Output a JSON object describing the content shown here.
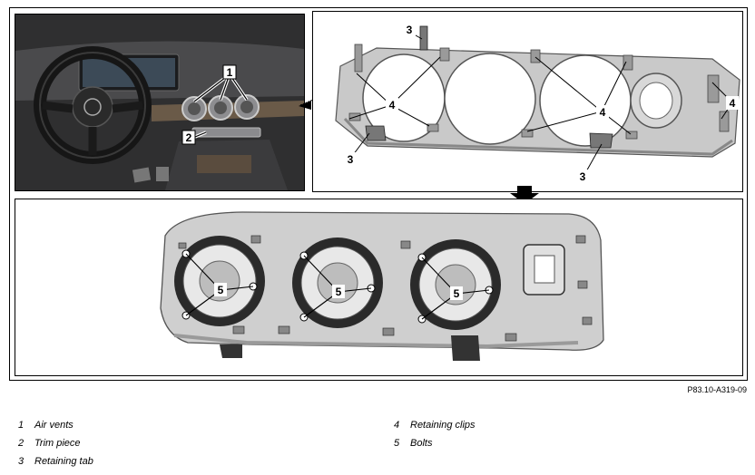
{
  "figure_ref": "P83.10-A319-09",
  "callouts": {
    "air_vents": "1",
    "trim_piece": "2",
    "retaining_tab": "3",
    "retaining_clips": "4",
    "bolts": "5"
  },
  "legend": [
    {
      "num": "1",
      "text": "Air vents"
    },
    {
      "num": "2",
      "text": "Trim piece"
    },
    {
      "num": "3",
      "text": "Retaining tab"
    },
    {
      "num": "4",
      "text": "Retaining clips"
    },
    {
      "num": "5",
      "text": "Bolts"
    }
  ]
}
